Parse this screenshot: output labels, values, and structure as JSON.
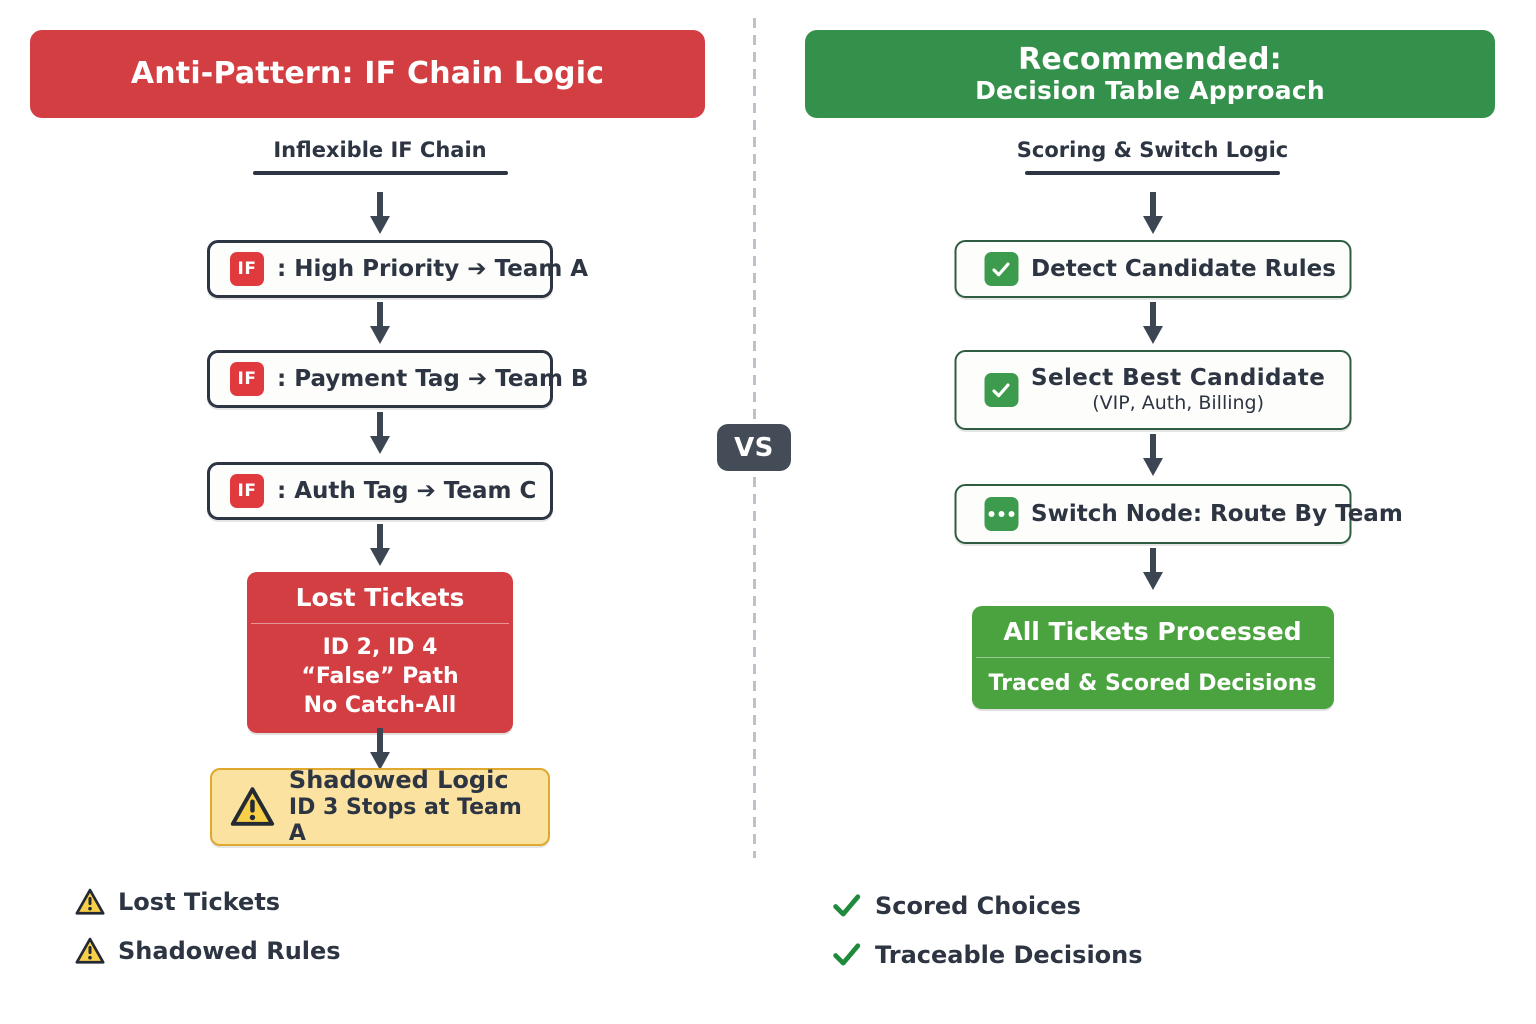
{
  "left": {
    "banner": {
      "line1": "Anti-Pattern: IF Chain Logic"
    },
    "subhead": "Inflexible IF Chain",
    "steps": [
      {
        "badge": "IF",
        "label": ": High Priority ➔ Team A"
      },
      {
        "badge": "IF",
        "label": ": Payment Tag ➔ Team B"
      },
      {
        "badge": "IF",
        "label": ": Auth Tag ➔ Team C"
      }
    ],
    "result_card": {
      "title": "Lost Tickets",
      "lines": [
        "ID 2, ID 4",
        "“False” Path",
        "No Catch-All"
      ]
    },
    "warning_card": {
      "line1": "Shadowed Logic",
      "line2": "ID 3 Stops at Team A"
    },
    "legend": [
      {
        "icon": "warning-triangle-icon",
        "label": "Lost Tickets"
      },
      {
        "icon": "warning-triangle-icon",
        "label": "Shadowed Rules"
      }
    ]
  },
  "right": {
    "banner": {
      "line1": "Recommended:",
      "line2": "Decision Table Approach"
    },
    "subhead": "Scoring & Switch Logic",
    "steps": [
      {
        "icon": "check-square-icon",
        "main": "Detect Candidate Rules",
        "sub": ""
      },
      {
        "icon": "check-square-icon",
        "main": "Select Best Candidate",
        "sub": "(VIP, Auth, Billing)"
      },
      {
        "icon": "dots-square-icon",
        "main_prefix": "Switch Node:",
        "main_suffix": "Route By Team"
      }
    ],
    "result_card": {
      "title": "All Tickets Processed",
      "subtitle": "Traced & Scored Decisions"
    },
    "legend": [
      {
        "icon": "check-icon",
        "label": "Scored Choices"
      },
      {
        "icon": "check-icon",
        "label": "Traceable Decisions"
      }
    ]
  },
  "center": {
    "vs_label": "VS"
  },
  "colors": {
    "red": "#d33e43",
    "green": "#34914c",
    "green_light": "#4aa33f",
    "yellow": "#fbe2a0",
    "yellow_border": "#e0a92e",
    "slate": "#2d3542",
    "badge_red": "#e03a3f",
    "badge_green": "#3d9b4d",
    "vs_bg": "#444d57"
  }
}
